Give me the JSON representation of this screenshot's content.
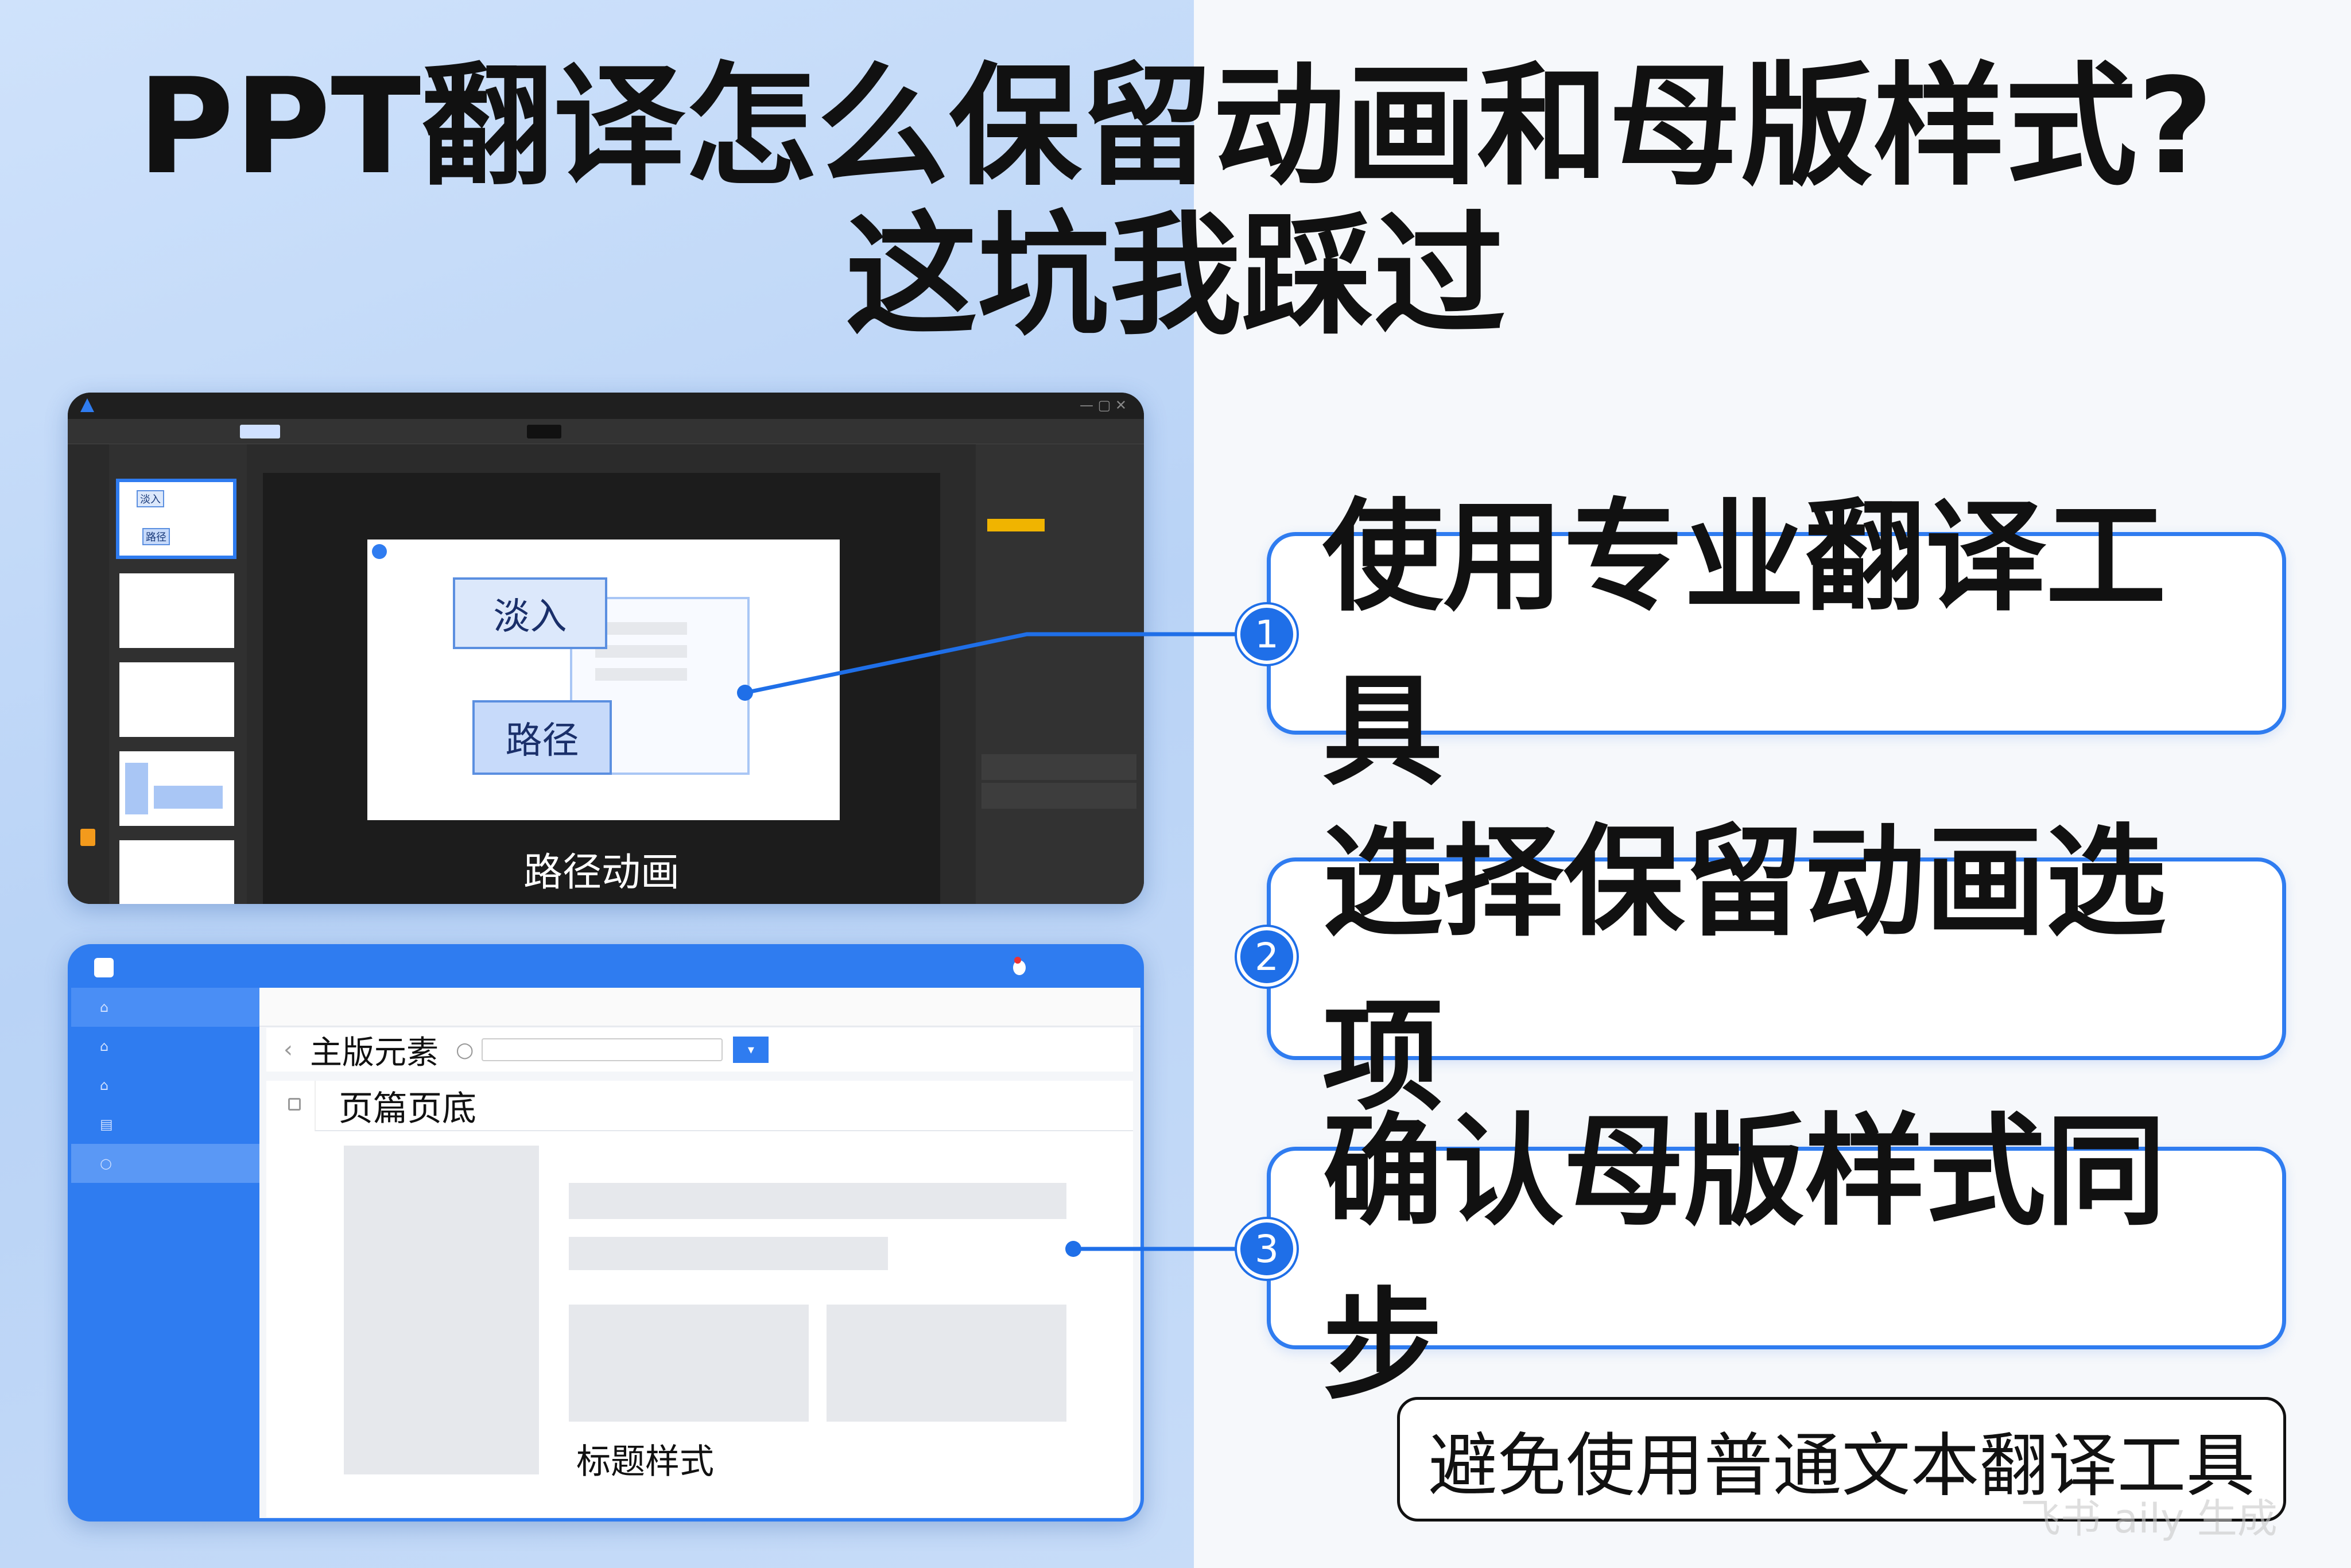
{
  "headline": {
    "line1": "PPT翻译怎么保留动画和母版样式?",
    "line2": "这坑我踩过"
  },
  "editor": {
    "slide": {
      "box1": "淡入",
      "box2": "路径"
    },
    "caption": "路径动画",
    "thumb_labels": [
      "淡入",
      "路径"
    ]
  },
  "master_app": {
    "toolbar_title": "主版元素",
    "row_title": "页篇页底",
    "style_label": "标题样式",
    "search_placeholder": ""
  },
  "steps": [
    {
      "num": "1",
      "label": "使用专业翻译工具"
    },
    {
      "num": "2",
      "label": "选择保留动画选项"
    },
    {
      "num": "3",
      "label": "确认母版样式同步"
    }
  ],
  "note": "避免使用普通文本翻译工具",
  "watermark": "飞书 aily 生成",
  "colors": {
    "accent": "#1f6fe8",
    "dark_ui": "#2b2b2b",
    "sidebar": "#2f7cf0"
  }
}
